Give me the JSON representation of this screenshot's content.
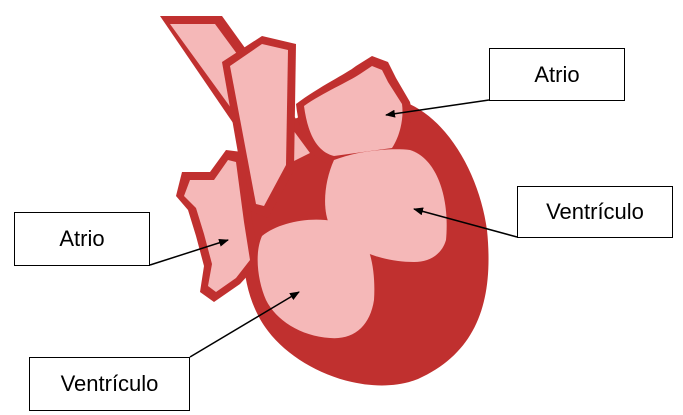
{
  "colors": {
    "heart_outline": "#c0302f",
    "heart_fill": "#f5b8b8",
    "label_border": "#000000",
    "label_text": "#000000"
  },
  "labels": {
    "atrio_right": "Atrio",
    "ventriculo_right": "Ventrículo",
    "atrio_left": "Atrio",
    "ventriculo_left": "Ventrículo"
  }
}
